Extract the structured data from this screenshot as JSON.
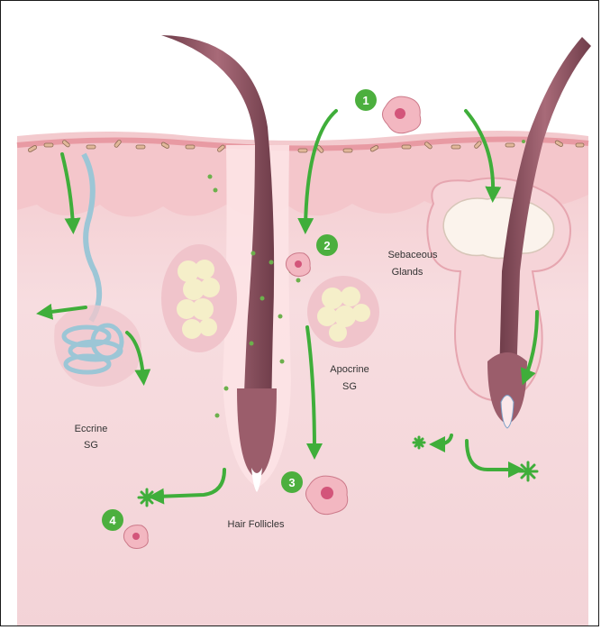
{
  "labels": {
    "eccrine_line1": "Eccrine",
    "eccrine_line2": "SG",
    "apocrine_line1": "Apocrine",
    "apocrine_line2": "SG",
    "sebaceous_line1": "Sebaceous",
    "sebaceous_line2": "Glands",
    "hair_follicles": "Hair Follicles"
  },
  "steps": [
    "1",
    "2",
    "3",
    "4"
  ],
  "colors": {
    "arrow": "#3fae3a",
    "badge": "#4caf3e",
    "skin_surface": "#f2bcc0",
    "dermis": "#f6dcdf",
    "hair": "#8e5563",
    "eccrine_duct": "#9cc6d6",
    "fat_cells": "#f5efc9"
  },
  "icons": [
    "microbe-cell-icon",
    "bacteria-icon",
    "burst-icon"
  ]
}
